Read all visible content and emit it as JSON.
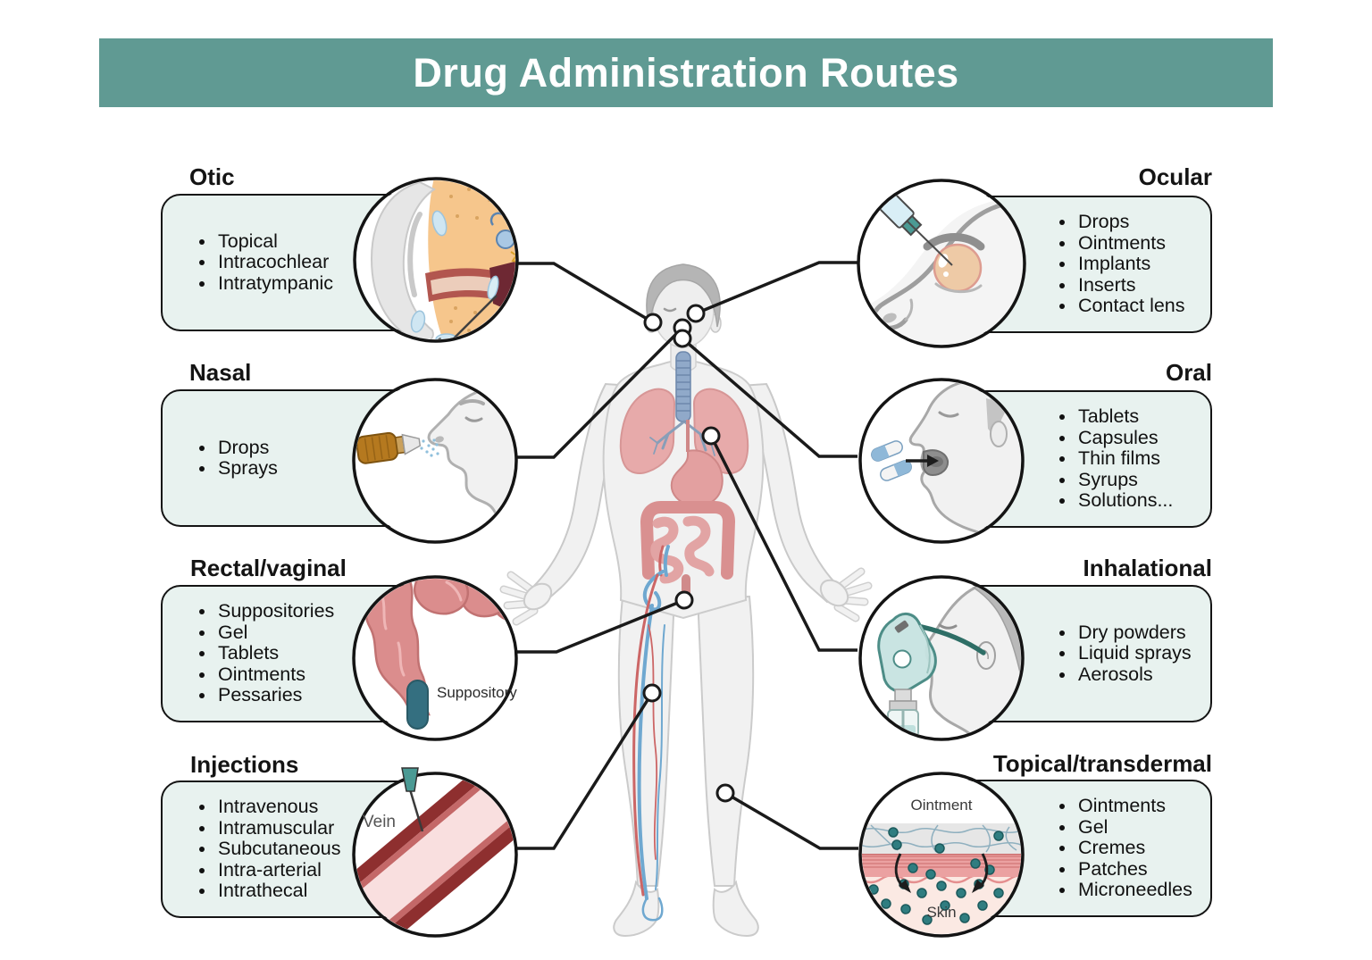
{
  "title": "Drug Administration Routes",
  "colors": {
    "header_teal": "#609a93",
    "panel_mint": "#e8f2ef",
    "line_black": "#1a1a1a",
    "suppository_teal": "#346f80",
    "vein_dark_red": "#8e2f2f",
    "organ_pink": "#e3a0a0",
    "mask_teal": "#c6e3e0"
  },
  "groups": {
    "otic": {
      "label": "Otic",
      "items": [
        "Topical",
        "Intracochlear",
        "Intratympanic"
      ]
    },
    "nasal": {
      "label": "Nasal",
      "items": [
        "Drops",
        "Sprays"
      ]
    },
    "rectal": {
      "label": "Rectal/vaginal",
      "items": [
        "Suppositories",
        "Gel",
        "Tablets",
        "Ointments",
        "Pessaries"
      ]
    },
    "injections": {
      "label": "Injections",
      "items": [
        "Intravenous",
        "Intramuscular",
        "Subcutaneous",
        "Intra-arterial",
        "Intrathecal"
      ]
    },
    "ocular": {
      "label": "Ocular",
      "items": [
        "Drops",
        "Ointments",
        "Implants",
        "Inserts",
        "Contact lens"
      ]
    },
    "oral": {
      "label": "Oral",
      "items": [
        "Tablets",
        "Capsules",
        "Thin films",
        "Syrups",
        "Solutions..."
      ]
    },
    "inhalational": {
      "label": "Inhalational",
      "items": [
        "Dry powders",
        "Liquid sprays",
        "Aerosols"
      ]
    },
    "topical": {
      "label": "Topical/transdermal",
      "items": [
        "Ointments",
        "Gel",
        "Cremes",
        "Patches",
        "Microneedles"
      ]
    }
  },
  "annotations": {
    "suppository": "Suppository",
    "vein": "Vein",
    "ointment": "Ointment",
    "skin": "Skin"
  }
}
